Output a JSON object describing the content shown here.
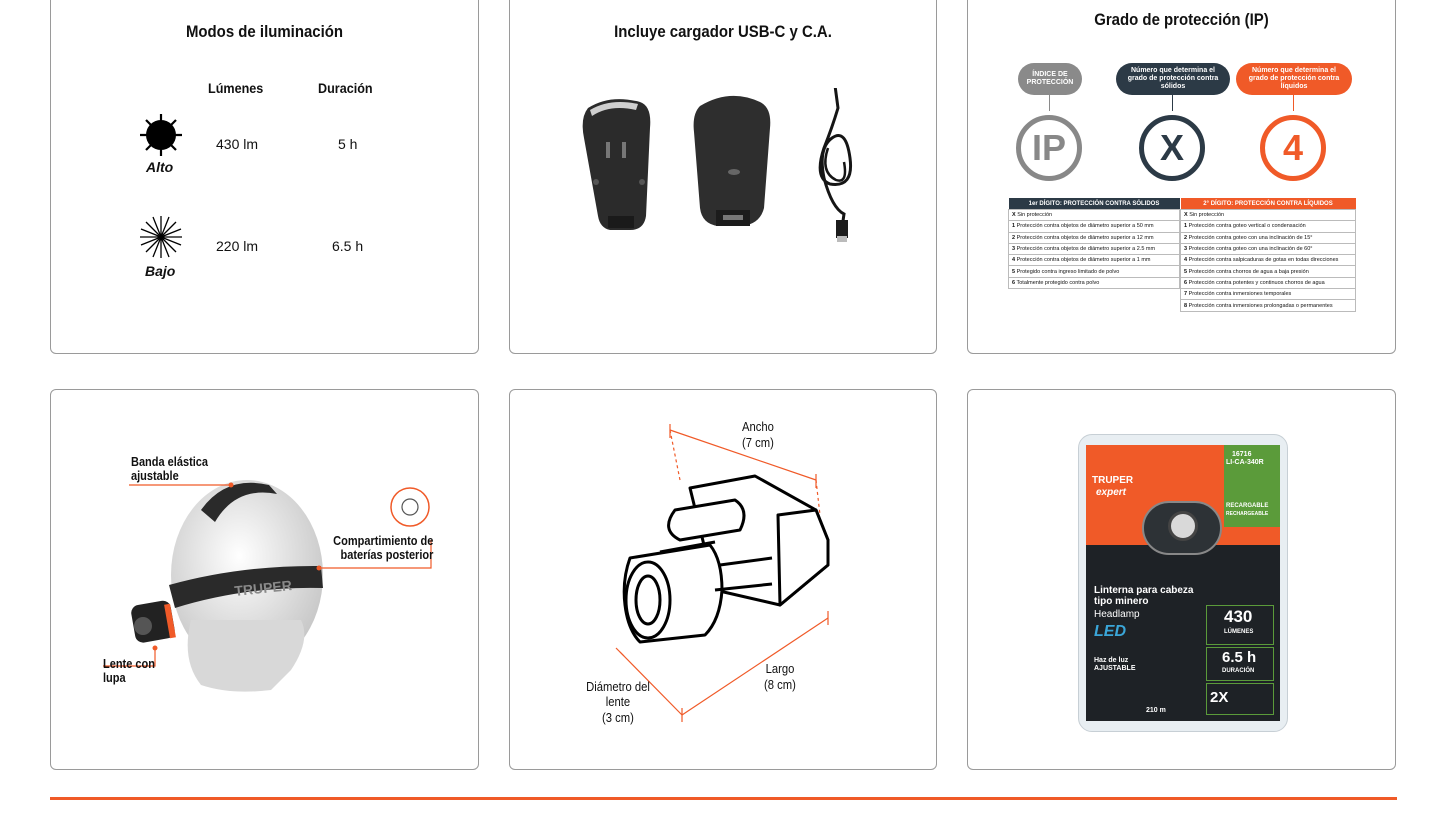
{
  "accent_color": "#f05a28",
  "lighting": {
    "title": "Modos de iluminación",
    "col_lumens": "Lúmenes",
    "col_duration": "Duración",
    "modes": [
      {
        "name": "Alto",
        "lumens": "430 lm",
        "duration": "5 h",
        "icon": "sun-icon"
      },
      {
        "name": "Bajo",
        "lumens": "220 lm",
        "duration": "6.5 h",
        "icon": "starburst-icon"
      }
    ]
  },
  "charger": {
    "title": "Incluye cargador USB-C y C.A."
  },
  "ip": {
    "title": "Grado de protección (IP)",
    "badge_index": "ÍNDICE DE PROTECCIÓN",
    "badge_solids": "Número que determina el grado de protección contra sólidos",
    "badge_liquids": "Número que determina el grado de protección contra líquidos",
    "circle_ip": "IP",
    "circle_x": "X",
    "circle_4": "4",
    "col_solids": "1er DÍGITO: PROTECCIÓN CONTRA SÓLIDOS",
    "col_liquids": "2° DÍGITO: PROTECCIÓN CONTRA LÍQUIDOS",
    "solids": [
      {
        "k": "X",
        "t": "Sin protección"
      },
      {
        "k": "1",
        "t": "Protección contra objetos de diámetro superior a 50 mm"
      },
      {
        "k": "2",
        "t": "Protección contra objetos de diámetro superior a 12 mm"
      },
      {
        "k": "3",
        "t": "Protección contra objetos de diámetro superior a 2.5 mm"
      },
      {
        "k": "4",
        "t": "Protección contra objetos de diámetro superior a 1 mm"
      },
      {
        "k": "5",
        "t": "Protegido contra ingreso limitado de polvo"
      },
      {
        "k": "6",
        "t": "Totalmente protegido contra polvo"
      }
    ],
    "liquids": [
      {
        "k": "X",
        "t": "Sin protección"
      },
      {
        "k": "1",
        "t": "Protección contra goteo vertical o condensación"
      },
      {
        "k": "2",
        "t": "Protección contra goteo con una inclinación de 15°"
      },
      {
        "k": "3",
        "t": "Protección contra goteo con una inclinación de 60°"
      },
      {
        "k": "4",
        "t": "Protección contra salpicaduras de gotas en todas direcciones"
      },
      {
        "k": "5",
        "t": "Protección contra chorros de agua a baja presión"
      },
      {
        "k": "6",
        "t": "Protección contra potentes y continuos chorros de agua"
      },
      {
        "k": "7",
        "t": "Protección contra inmersiones temporales"
      },
      {
        "k": "8",
        "t": "Protección contra inmersiones prolongadas o permanentes"
      }
    ]
  },
  "headlamp": {
    "band": "Banda elástica ajustable",
    "battery": "Compartimiento de baterías posterior",
    "lens": "Lente con lupa",
    "strap_text": "TRUPER"
  },
  "dimensions": {
    "width_label": "Ancho",
    "width_value": "(7 cm)",
    "length_label": "Largo",
    "length_value": "(8 cm)",
    "diameter_label": "Diámetro del lente",
    "diameter_value": "(3 cm)"
  },
  "package": {
    "brand": "TRUPER",
    "brand_sub": "expert",
    "code": "16716",
    "model": "LI-CA-340R",
    "rechargeable": "RECARGABLE",
    "rechargeable_sub": "RECHARGEABLE",
    "name_es": "Linterna para cabeza tipo minero",
    "name_en": "Headlamp",
    "led": "LED",
    "lumens": "430",
    "lumens_unit": "LÚMENES",
    "duration": "6.5 h",
    "duration_unit": "DURACIÓN",
    "beam": "Haz de luz AJUSTABLE",
    "distance": "210 m",
    "multiplier": "2X"
  }
}
